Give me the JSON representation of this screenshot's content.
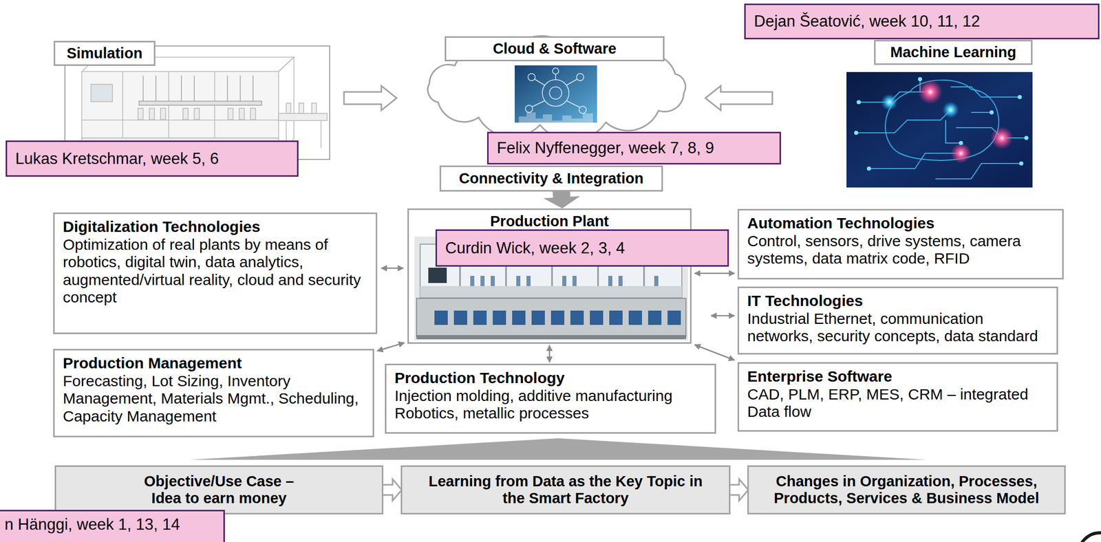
{
  "diagram": {
    "nodes": [
      {
        "text": [
          "Simulation"
        ]
      },
      {
        "text": [
          "Lukas Kretschmar, week 5, 6"
        ]
      },
      {
        "text": [
          "Cloud & Software"
        ]
      },
      {
        "text": [
          "Felix Nyffenegger, week 7, 8, 9"
        ]
      },
      {
        "text": [
          "Dejan Šeatović, week 10, 11, 12"
        ]
      },
      {
        "text": [
          "Machine Learning"
        ]
      },
      {
        "text": [
          "Connectivity & Integration"
        ]
      },
      {
        "text": [
          "Digitalization Technologies",
          "Optimization of real plants by means of robotics, digital twin, data analytics, augmented/virtual reality, cloud and security concept"
        ]
      },
      {
        "text": [
          "Production Plant"
        ]
      },
      {
        "text": [
          "Curdin Wick, week 2, 3, 4"
        ]
      },
      {
        "text": [
          "Automation Technologies",
          "Control, sensors, drive systems, camera systems, data matrix code, RFID"
        ]
      },
      {
        "text": [
          "IT Technologies",
          "Industrial Ethernet, communication networks, security concepts, data standard"
        ]
      },
      {
        "text": [
          "Production Management",
          "Forecasting, Lot Sizing, Inventory Management, Materials Mgmt., Scheduling, Capacity Management"
        ]
      },
      {
        "text": [
          "Production Technology",
          "Injection molding, additive manufacturing Robotics, metallic processes"
        ]
      },
      {
        "text": [
          "Enterprise Software",
          "CAD, PLM, ERP, MES, CRM – integrated Data flow"
        ]
      },
      {
        "text": [
          "Objective/Use Case – Idea to earn money"
        ]
      },
      {
        "text": [
          "Learning from Data as the Key Topic in the Smart Factory"
        ]
      },
      {
        "text": [
          "Changes in Organization, Processes, Products, Services & Business Model"
        ]
      },
      {
        "text": [
          "n Hänggi, week 1, 13, 14"
        ]
      }
    ],
    "edges": [
      {
        "from": 0,
        "to": 2,
        "arrow": "to"
      },
      {
        "from": 5,
        "to": 2,
        "arrow": "to"
      },
      {
        "from": 6,
        "to": 8,
        "arrow": "to"
      },
      {
        "from": 7,
        "to": 8,
        "arrow": "both"
      },
      {
        "from": 8,
        "to": 10,
        "arrow": "both"
      },
      {
        "from": 8,
        "to": 11,
        "arrow": "both"
      },
      {
        "from": 12,
        "to": 8,
        "arrow": "both"
      },
      {
        "from": 13,
        "to": 8,
        "arrow": "both"
      },
      {
        "from": 14,
        "to": 8,
        "arrow": "both"
      },
      {
        "from": 15,
        "to": 16,
        "arrow": "to"
      },
      {
        "from": 16,
        "to": 17,
        "arrow": "to"
      }
    ]
  }
}
